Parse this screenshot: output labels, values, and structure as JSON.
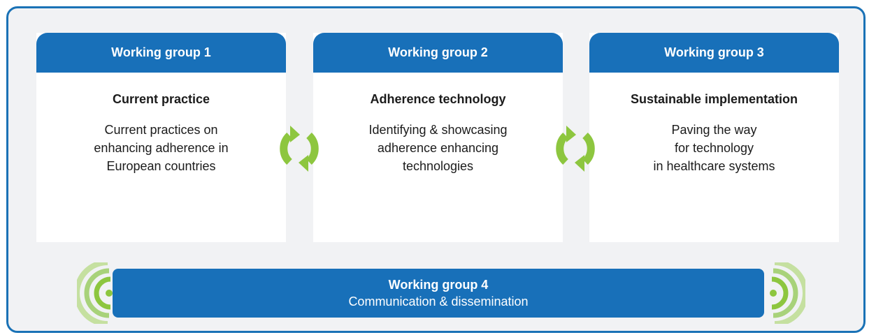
{
  "groups": [
    {
      "header": "Working group 1",
      "title": "Current practice",
      "desc": [
        "Current practices on",
        "enhancing adherence in",
        "European countries"
      ]
    },
    {
      "header": "Working group 2",
      "title": "Adherence technology",
      "desc": [
        "Identifying & showcasing",
        "adherence enhancing",
        "technologies"
      ]
    },
    {
      "header": "Working group 3",
      "title": "Sustainable implementation",
      "desc": [
        "Paving the way",
        "for technology",
        "in healthcare systems"
      ]
    }
  ],
  "bottom": {
    "title": "Working group 4",
    "subtitle": "Communication & dissemination"
  },
  "icons": {
    "cycle": "cycle-arrows-icon",
    "signal": "signal-waves-icon"
  },
  "colors": {
    "frame_border": "#1a72b6",
    "frame_bg": "#f1f2f4",
    "header_bg": "#1870b9",
    "accent_green": "#8dc63f",
    "wave_light": "#c5e0a0"
  }
}
